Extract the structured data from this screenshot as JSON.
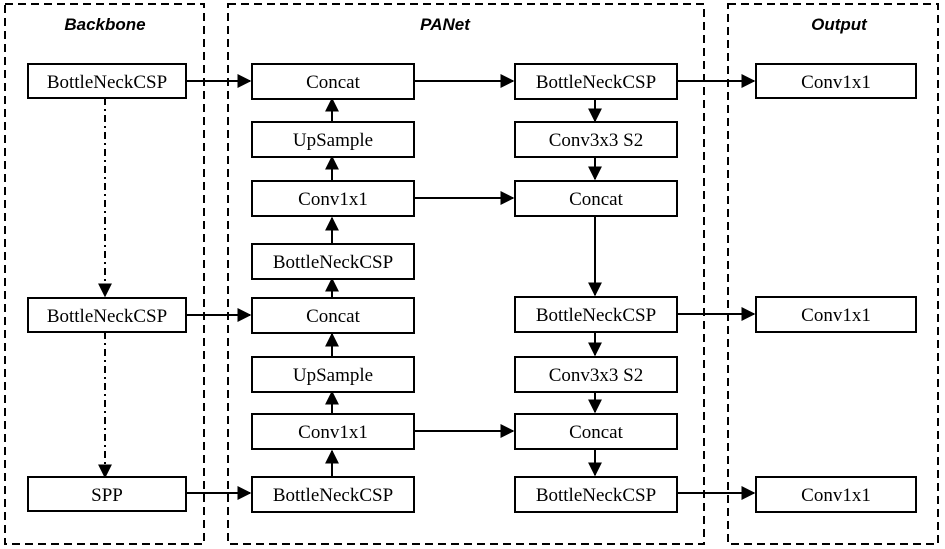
{
  "groups": {
    "backbone": "Backbone",
    "panet": "PANet",
    "output": "Output"
  },
  "nodes": {
    "bb1": "BottleNeckCSP",
    "bb2": "BottleNeckCSP",
    "bb3": "SPP",
    "p_concat1": "Concat",
    "p_upsample1": "UpSample",
    "p_conv1": "Conv1x1",
    "p_bcsp1": "BottleNeckCSP",
    "p_concat2": "Concat",
    "p_upsample2": "UpSample",
    "p_conv2": "Conv1x1",
    "p_bcsp2": "BottleNeckCSP",
    "q_bcsp1": "BottleNeckCSP",
    "q_conv3_1": "Conv3x3 S2",
    "q_concat1": "Concat",
    "q_bcsp2": "BottleNeckCSP",
    "q_conv3_2": "Conv3x3 S2",
    "q_concat2": "Concat",
    "q_bcsp3": "BottleNeckCSP",
    "out1": "Conv1x1",
    "out2": "Conv1x1",
    "out3": "Conv1x1"
  }
}
